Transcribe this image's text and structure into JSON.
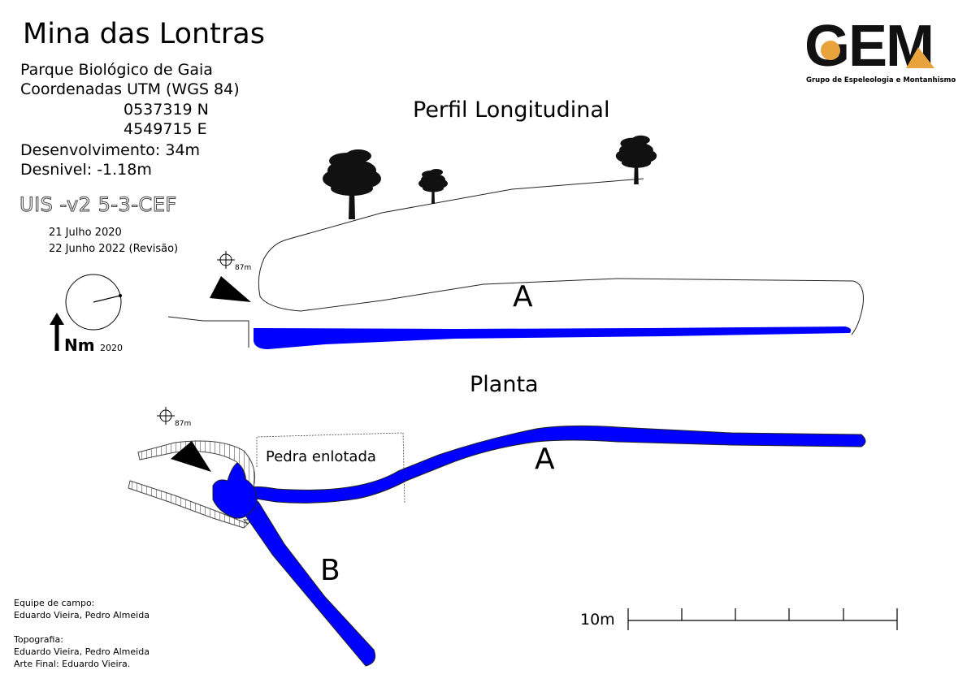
{
  "title": "Mina das Lontras",
  "info": {
    "location": "Parque Biológico de Gaia",
    "coords_label": "Coordenadas UTM (WGS 84)",
    "north": "0537319 N",
    "east": "4549715 E",
    "development": "Desenvolvimento: 34m",
    "drop": "Desnivel: -1.18m"
  },
  "uis": "UIS -v2 5-3-CEF",
  "dates": [
    "21 Julho 2020",
    "22 Junho 2022 (Revisão)"
  ],
  "north_arrow": {
    "label": "Nm",
    "year": "2020"
  },
  "logo": {
    "text": "GEM",
    "subtitle": "Grupo de Espeleologia e Montanhismo"
  },
  "profile": {
    "heading": "Perfil Longitudinal",
    "elevation": "87m",
    "gallery": "A"
  },
  "plan": {
    "heading": "Planta",
    "elevation": "87m",
    "boulder_label": "Pedra enlotada",
    "gallery_a": "A",
    "gallery_b": "B"
  },
  "scale_bar": {
    "label": "10m",
    "divisions": 5
  },
  "credits": {
    "field_team_label": "Equipe de campo:",
    "field_team": "Eduardo Vieira, Pedro Almeida",
    "survey_label": "Topografia:",
    "survey": "Eduardo Vieira, Pedro Almeida",
    "art": "Arte Final: Eduardo Vieira."
  },
  "colors": {
    "water": "#0000ff",
    "logo_orange": "#e8a33d",
    "ink": "#000000"
  }
}
